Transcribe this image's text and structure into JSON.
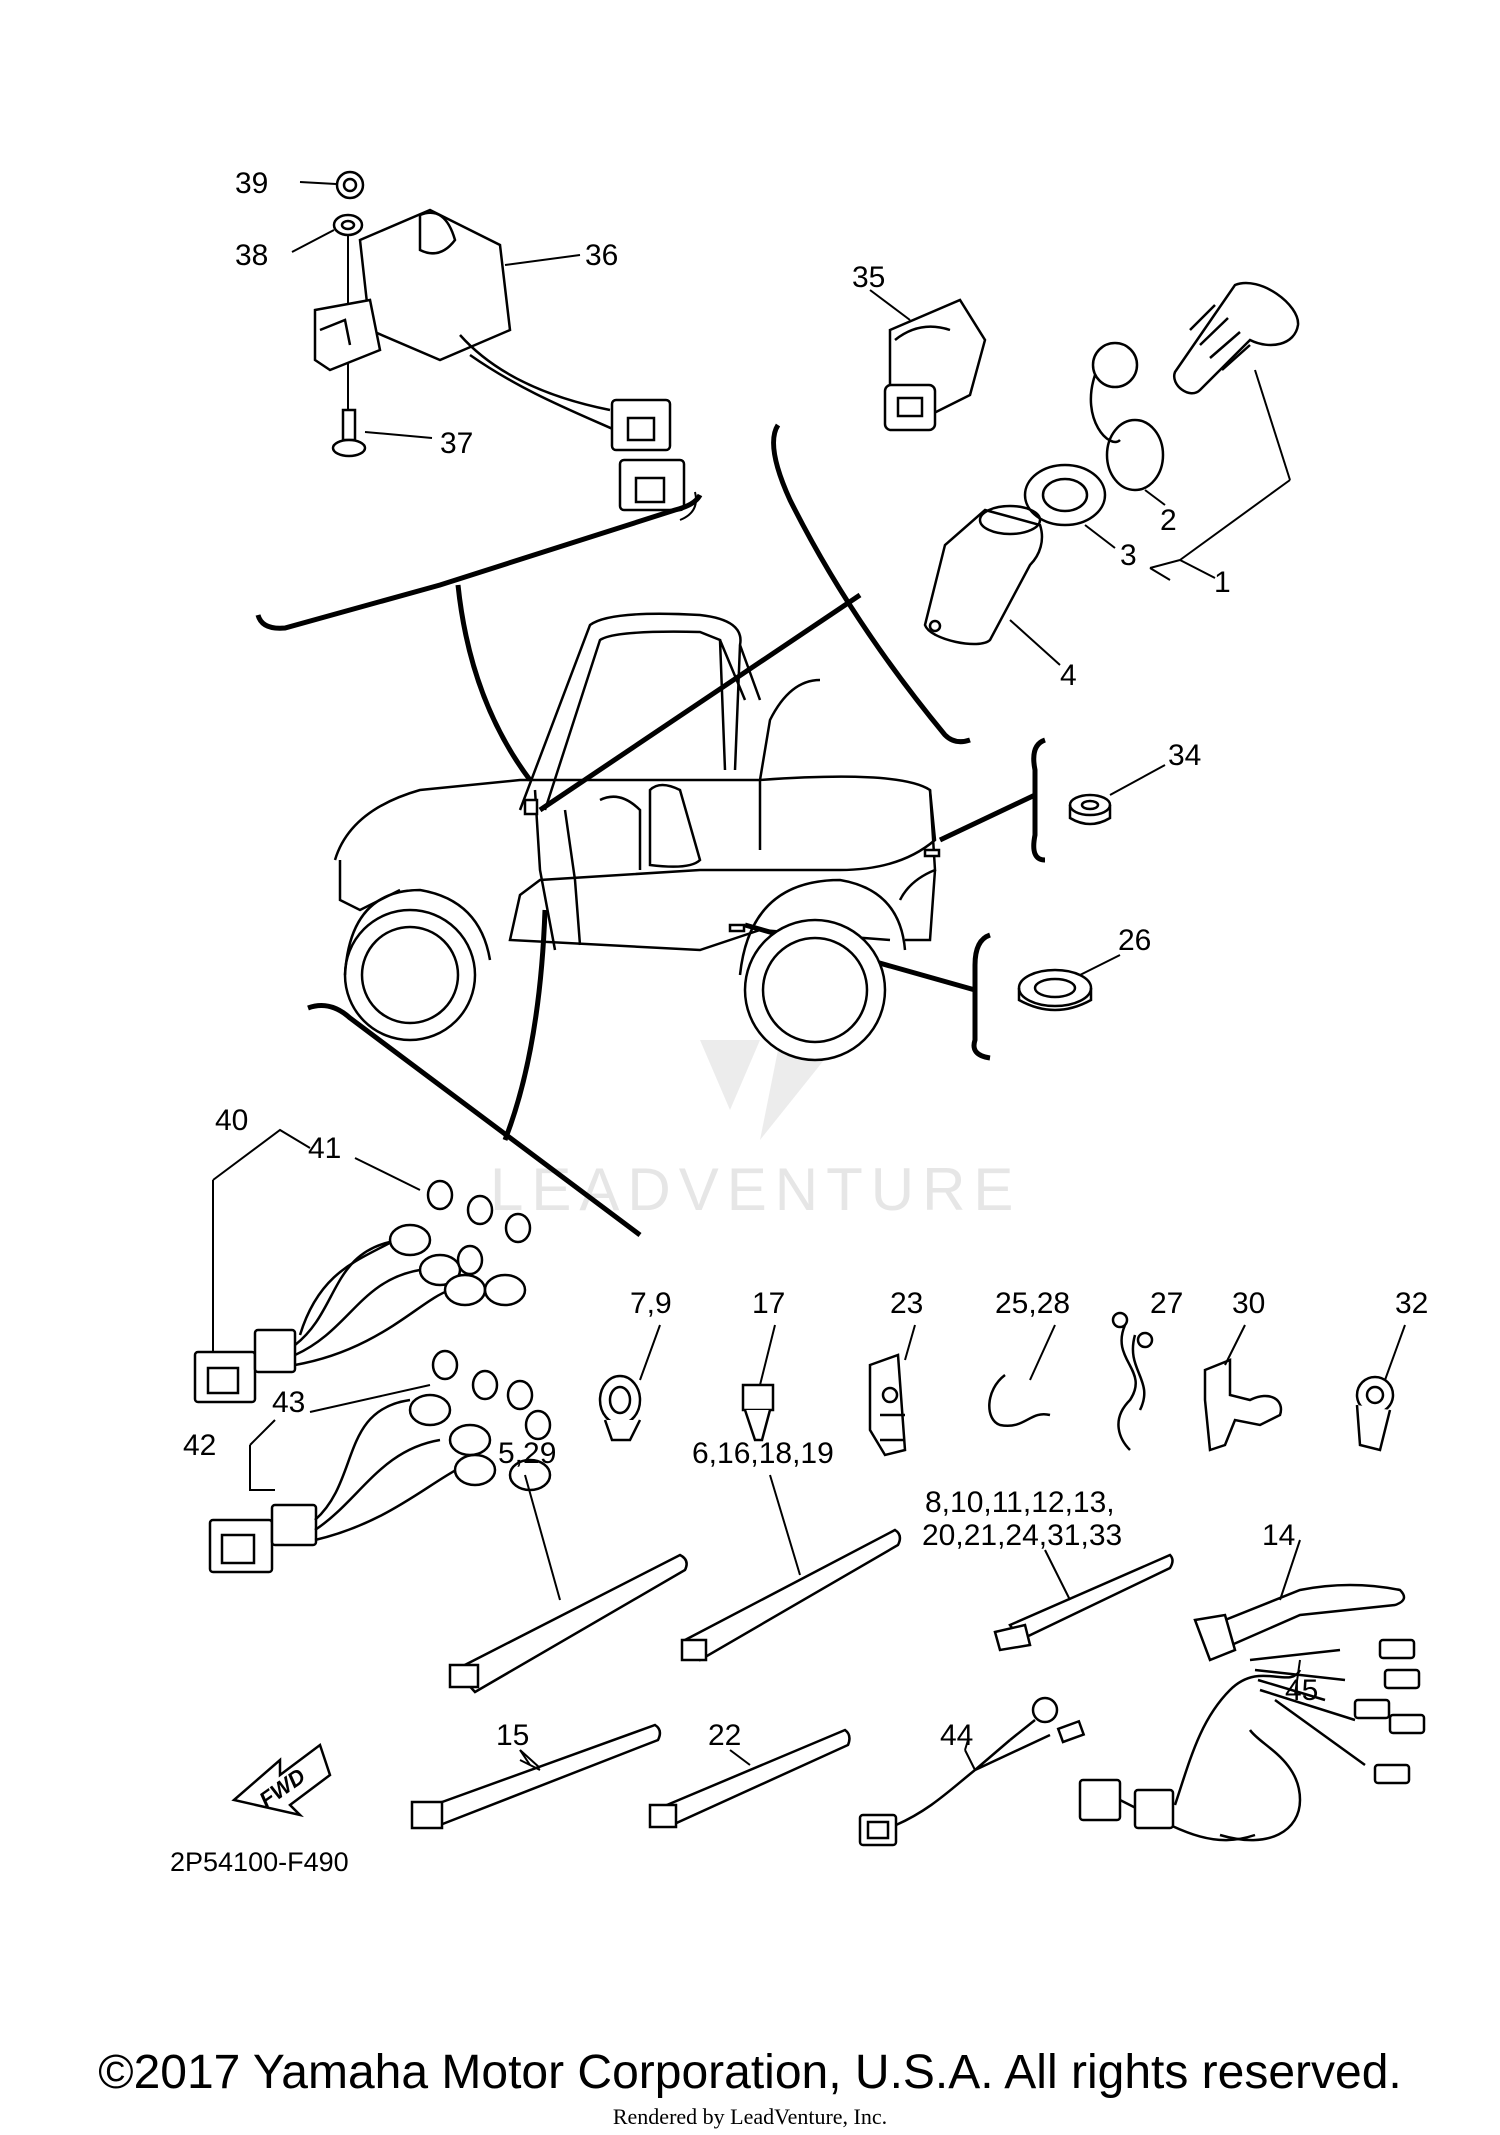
{
  "diagram": {
    "code": "2P54100-F490",
    "fwd_label": "FWD",
    "watermark": "LEADVENTURE",
    "callouts": {
      "c39": "39",
      "c38": "38",
      "c36": "36",
      "c37": "37",
      "c35": "35",
      "c2": "2",
      "c3": "3",
      "c1": "1",
      "c4": "4",
      "c34": "34",
      "c26": "26",
      "c40": "40",
      "c41": "41",
      "c43": "43",
      "c42": "42",
      "c7_9": "7,9",
      "c17": "17",
      "c23": "23",
      "c25_28": "25,28",
      "c27": "27",
      "c30": "30",
      "c32": "32",
      "c5_29": "5,29",
      "c6_16": "6,16,18,19",
      "c8_line1": "8,10,11,12,13,",
      "c8_line2": "20,21,24,31,33",
      "c14": "14",
      "c15": "15",
      "c22": "22",
      "c44": "44",
      "c45": "45"
    }
  },
  "footer": {
    "copyright": "©2017 Yamaha Motor Corporation, U.S.A. All rights reserved.",
    "rendered_by": "Rendered by LeadVenture, Inc."
  }
}
